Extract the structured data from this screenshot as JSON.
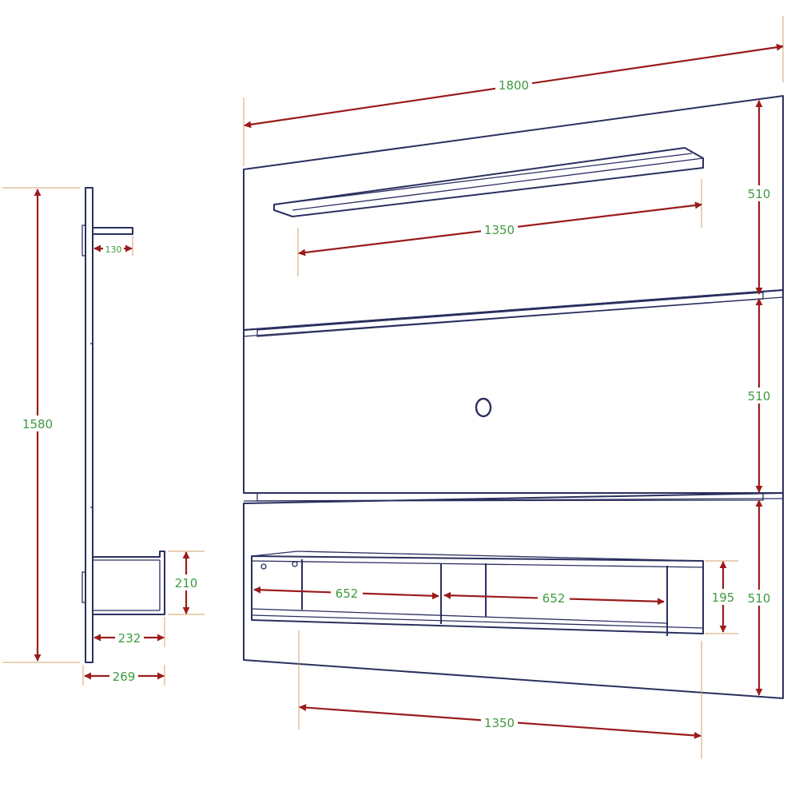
{
  "colors": {
    "outline": "#2a2f5e",
    "dimension_arrow": "#9b1b1b",
    "dimension_text": "#3f9a3f",
    "extension_line": "#d4a06a"
  },
  "dimensions": {
    "overall_width": "1800",
    "top_panel_height": "510",
    "middle_panel_height": "510",
    "bottom_panel_height": "510",
    "top_shelf_width": "1350",
    "rack_width": "1350",
    "rack_left_niche": "652",
    "rack_right_niche": "652",
    "rack_height": "195",
    "side_total_height": "1580",
    "side_shelf_depth": "130",
    "side_rack_height": "210",
    "side_rack_depth": "232",
    "side_total_depth": "269"
  }
}
